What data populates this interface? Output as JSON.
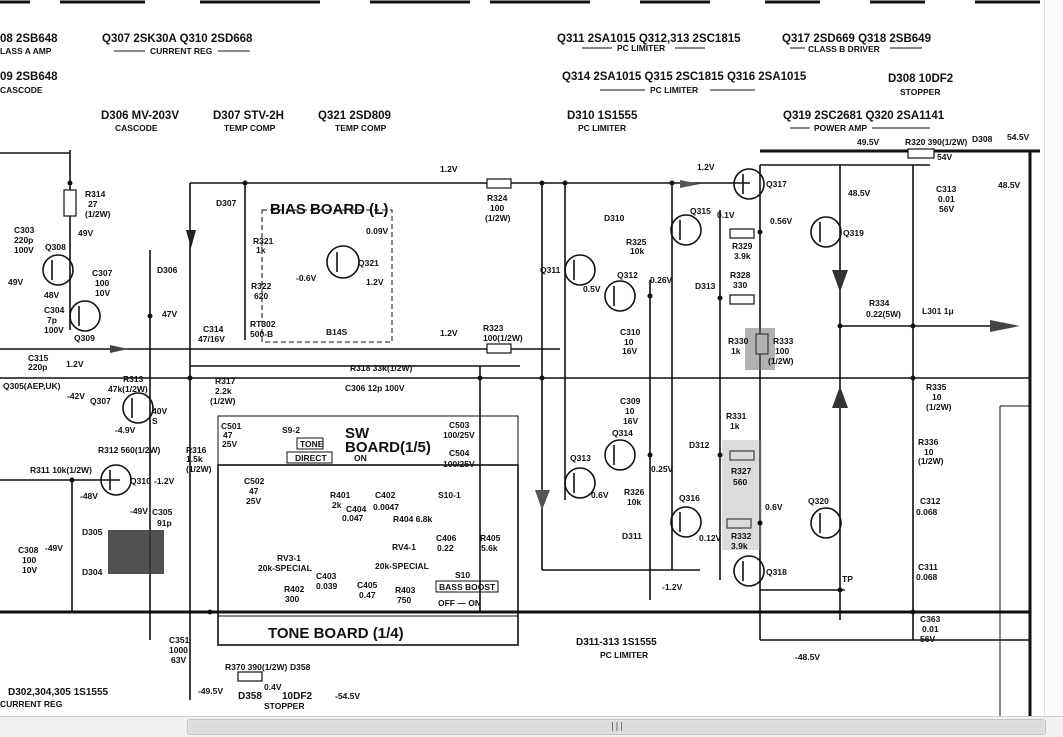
{
  "headers": {
    "h_q308_partial": "08 2SB648",
    "h_classa_partial": "LASS A AMP",
    "h_q307_q310": "Q307 2SK30A   Q310 2SD668",
    "h_current_reg": "CURRENT REG",
    "h_q309_partial": "09 2SB648",
    "h_cascode_partial": "CASCODE",
    "h_q306": "D306 MV-203V",
    "h_cascode": "CASCODE",
    "h_q307_stv": "D307 STV-2H",
    "h_temp_comp1": "TEMP COMP",
    "h_q321": "Q321 2SD809",
    "h_temp_comp2": "TEMP COMP",
    "h_q311_q313": "Q311 2SA1015   Q312,313 2SC1815",
    "h_pc_limiter1": "PC LIMITER",
    "h_q314_q316": "Q314 2SA1015   Q315 2SC1815   Q316 2SA1015",
    "h_pc_limiter2": "PC LIMITER",
    "h_q317_q318": "Q317 2SD669   Q318 2SB649",
    "h_class_b": "CLASS B DRIVER",
    "h_d308": "D308 10DF2",
    "h_stopper": "STOPPER",
    "h_d310": "D310 1S1555",
    "h_pc_limiter3": "PC LIMITER",
    "h_q319_q320": "Q319 2SC2681  Q320 2SA1141",
    "h_power_amp": "POWER AMP"
  },
  "boards": {
    "bias": "BIAS BOARD (L)",
    "bias_id": "B14S",
    "sw_line1": "SW",
    "sw_line2": "BOARD(1/5)",
    "tone": "TONE BOARD (1/4)"
  },
  "switches": {
    "s9_2": "S9-2",
    "tone": "TONE",
    "direct": "DIRECT",
    "on": "ON",
    "s10_1": "S10-1",
    "s10": "S10",
    "bass_boost": "BASS BOOST",
    "off_on": "OFF — ON"
  },
  "components": {
    "r314": "R314",
    "r314v": "27",
    "r314w": "(1/2W)",
    "c303": "C303",
    "c303v": "220p",
    "c303w": "100V",
    "q308": "Q308",
    "c307": "C307",
    "c307v": "100",
    "c307w": "10V",
    "d306": "D306",
    "c304": "C304",
    "c304v": "7p",
    "c304w": "100V",
    "q309": "Q309",
    "c315": "C315",
    "c315v": "220p",
    "q305_note": "Q305(AEP,UK)",
    "d307": "D307",
    "r321": "R321",
    "r321v": "1k",
    "q321": "Q321",
    "r322": "R322",
    "r322v": "620",
    "rt302": "RT302",
    "rt302v": "500-B",
    "c314": "C314",
    "c314v": "47/16V",
    "r313": "R313",
    "r313v": "47k(1/2W)",
    "q307": "Q307",
    "r312": "R312 560(1/2W)",
    "r317": "R317",
    "r317v": "2.2k",
    "r317w": "(1/2W)",
    "r318": "R318 33k(1/2W)",
    "c306": "C306 12p 100V",
    "c501": "C501",
    "c501v": "47",
    "c501w": "25V",
    "c502": "C502",
    "c502v": "47",
    "c502w": "25V",
    "c503": "C503",
    "c503v": "100/25V",
    "c504": "C504",
    "c504v": "100/25V",
    "r316": "R316",
    "r316v": "1.5k",
    "r316w": "(1/2W)",
    "r311": "R311 10k(1/2W)",
    "q310": "Q310",
    "c305": "C305",
    "c305v": "91p",
    "d305": "D305",
    "d304": "D304",
    "c308": "C308",
    "c308v": "100",
    "c308w": "10V",
    "r401": "R401",
    "r401v": "2k",
    "c402": "C402",
    "c402v": "0.0047",
    "c404": "C404",
    "c404v": "0.047",
    "r404": "R404 6.8k",
    "c406": "C406",
    "c406v": "0.22",
    "r405": "R405",
    "r405v": "5.6k",
    "rv3": "RV3-1",
    "rv3v": "20k-SPECIAL",
    "rv4": "RV4-1",
    "rv4v": "20k-SPECIAL",
    "c403": "C403",
    "c403v": "0.039",
    "r402": "R402",
    "r402v": "300",
    "c405": "C405",
    "c405v": "0.47",
    "r403": "R403",
    "r403v": "750",
    "c351": "C351",
    "c351v": "1000",
    "c351w": "63V",
    "r370": "R370 390(1/2W)",
    "d358": "D358",
    "d358b": "D358",
    "d358v": "10DF2",
    "d358s": "STOPPER",
    "bottom_diodes": "D302,304,305 1S1555",
    "bottom_creg": "CURRENT REG",
    "r324": "R324",
    "r324v": "100",
    "r324w": "(1/2W)",
    "r323": "R323",
    "r323v": "100(1/2W)",
    "d310": "D310",
    "r325": "R325",
    "r325v": "10k",
    "q311": "Q311",
    "q312": "Q312",
    "q313": "Q313",
    "q314": "Q314",
    "q315": "Q315",
    "q316": "Q316",
    "q317": "Q317",
    "q318": "Q318",
    "q319": "Q319",
    "q320": "Q320",
    "c310": "C310",
    "c310v": "10",
    "c310w": "16V",
    "c309": "C309",
    "c309v": "10",
    "c309w": "16V",
    "r326": "R326",
    "r326v": "10k",
    "d311": "D311",
    "d312": "D312",
    "d313": "D313",
    "r329": "R329",
    "r329v": "3.9k",
    "r328": "R328",
    "r328v": "330",
    "r330": "R330",
    "r330v": "1k",
    "r333": "R333",
    "r333v": "100",
    "r333w": "(1/2W)",
    "r331": "R331",
    "r331v": "1k",
    "r327": "R327",
    "r327v": "560",
    "r332": "R332",
    "r332v": "3.9k",
    "r320": "R320 390(1/2W)",
    "d308": "D308",
    "c313": "C313",
    "c313v": "0.01",
    "c313w": "56V",
    "r334": "R334",
    "r334v": "0.22(5W)",
    "l301": "L301 1μ",
    "r335": "R335",
    "r335v": "10",
    "r335w": "(1/2W)",
    "r336": "R336",
    "r336v": "10",
    "r336w": "(1/2W)",
    "c312": "C312",
    "c312v": "0.068",
    "c311": "C311",
    "c311v": "0.068",
    "c363": "C363",
    "c363v": "0.01",
    "c363w": "56V",
    "tp": "TP",
    "d311_313": "D311-313 1S1555",
    "pc_limiter_bottom": "PC LIMITER"
  },
  "voltages": {
    "v49": "49V",
    "v49b": "49V",
    "v48": "48V",
    "v47": "47V",
    "v1_2a": "1.2V",
    "v06a": "-0.6V",
    "v009": "0.09V",
    "v12b": "1.2V",
    "v1_2c": "1.2V",
    "vm42": "-42V",
    "vm49a": "-4.9V",
    "v40": "40V",
    "vs": "S",
    "vm12": "-1.2V",
    "vm48": "-48V",
    "vm49b": "-49V",
    "vm49c": "-49V",
    "v12top": "1.2V",
    "vm12mid": "-1.2V",
    "v12q317": "1.2V",
    "v05": "0.5V",
    "v026": "0.26V",
    "v01": "0.1V",
    "v056": "0.56V",
    "v485a": "48.5V",
    "v495": "49.5V",
    "v54": "54V",
    "v545": "54.5V",
    "v485b": "48.5V",
    "v06b": "0.6V",
    "v025": "0.25V",
    "v012": "0.12V",
    "v06c": "0.6V",
    "vm12b": "-1.2V",
    "vm485": "-48.5V",
    "vm495": "-49.5V",
    "v04": "0.4V",
    "vm545": "-54.5V"
  },
  "scrollbar": {
    "grip": "|||"
  }
}
